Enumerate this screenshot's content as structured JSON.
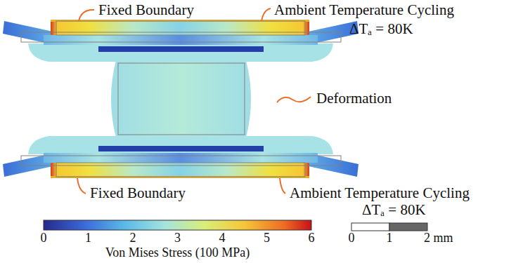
{
  "diagram": {
    "labels": [
      "Fixed Boundary",
      "Ambient Temperature Cycling",
      "ΔTₐ = 80K",
      "Deformation",
      "Fixed Boundary",
      "Ambient Temperature Cycling",
      "ΔTₐ = 80K",
      "0",
      "1",
      "2",
      "3",
      "4",
      "5",
      "6",
      "Von Mises Stress (100 MPa)",
      "0",
      "1",
      "2 mm"
    ]
  }
}
